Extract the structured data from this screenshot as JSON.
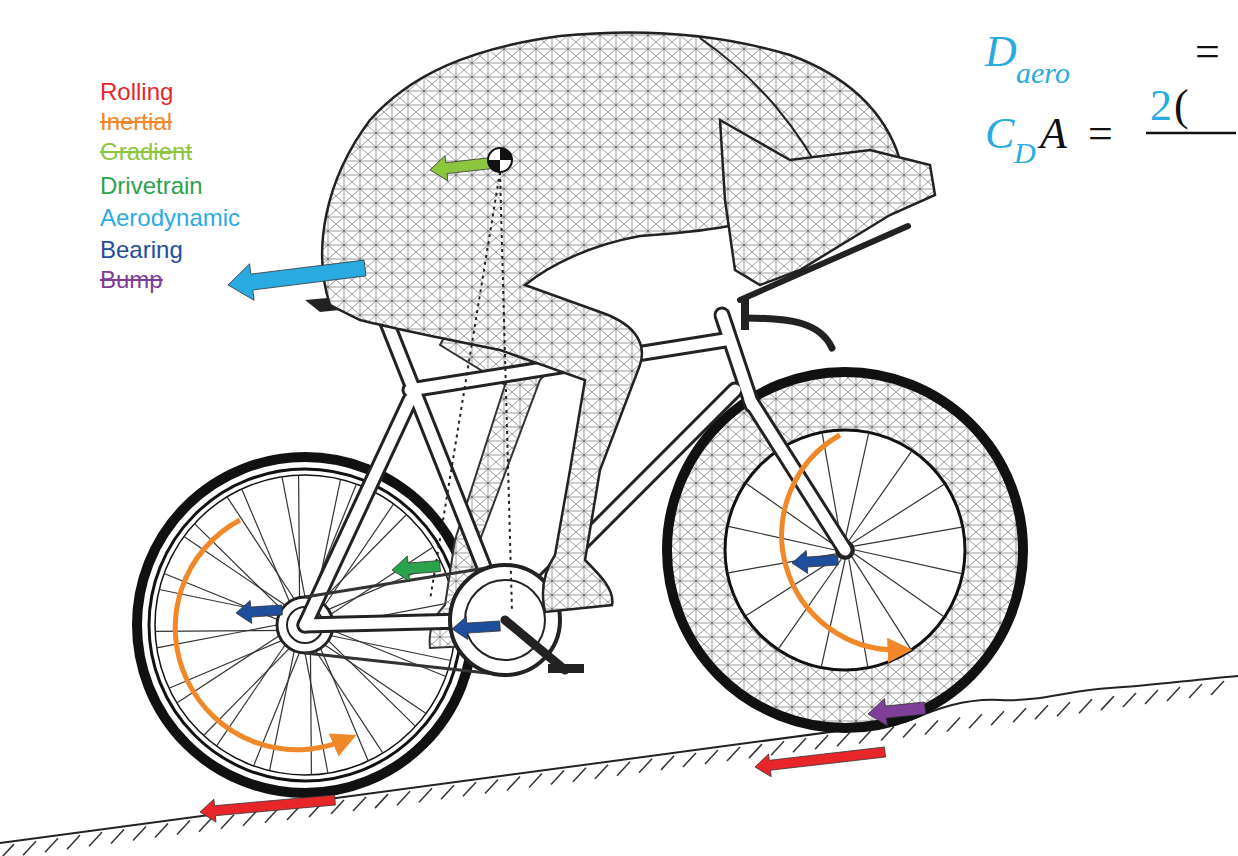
{
  "diagram": {
    "labels": [
      "Rolling",
      "Inertial",
      "Gradient",
      "Drivetrain",
      "Aerodynamic",
      "Bearing",
      "Bump",
      "D",
      "aero",
      "=",
      "C",
      "D",
      "A",
      "=",
      "2",
      "("
    ]
  }
}
